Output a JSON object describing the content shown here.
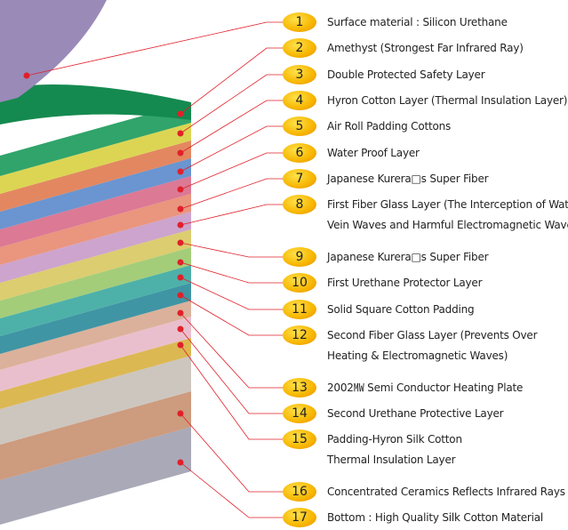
{
  "items": [
    {
      "n": "1",
      "text": [
        "Surface material : Silicon Urethane"
      ]
    },
    {
      "n": "2",
      "text": [
        "Amethyst (Strongest Far Infrared Ray)"
      ]
    },
    {
      "n": "3",
      "text": [
        "Double Protected Safety Layer"
      ]
    },
    {
      "n": "4",
      "text": [
        "Hyron Cotton Layer (Thermal Insulation Layer)"
      ]
    },
    {
      "n": "5",
      "text": [
        "Air Roll Padding Cottons"
      ]
    },
    {
      "n": "6",
      "text": [
        "Water Proof Layer"
      ]
    },
    {
      "n": "7",
      "text": [
        "Japanese Kurera□s Super Fiber"
      ]
    },
    {
      "n": "8",
      "text": [
        "First Fiber Glass Layer (The Interception of Water",
        "Vein Waves and Harmful Electromagnetic Waves)"
      ]
    },
    {
      "n": "9",
      "text": [
        "Japanese Kurera□s Super Fiber"
      ]
    },
    {
      "n": "10",
      "text": [
        "First Urethane Protector Layer"
      ]
    },
    {
      "n": "11",
      "text": [
        "Solid Square Cotton Padding"
      ]
    },
    {
      "n": "12",
      "text": [
        "Second Fiber Glass Layer (Prevents Over",
        "Heating & Electromagnetic Waves)"
      ]
    },
    {
      "n": "13",
      "text": [
        "2002㎿ Semi Conductor Heating Plate"
      ]
    },
    {
      "n": "14",
      "text": [
        "Second Urethane Protective Layer"
      ]
    },
    {
      "n": "15",
      "text": [
        "Padding-Hyron Silk Cotton",
        "Thermal Insulation Layer"
      ]
    },
    {
      "n": "16",
      "text": [
        "Concentrated Ceramics Reflects Infrared Rays"
      ]
    },
    {
      "n": "17",
      "text": [
        "Bottom : High Quality Silk Cotton Material"
      ]
    }
  ],
  "colors": {
    "line": "#e0202a",
    "dot": "#e0202a"
  }
}
